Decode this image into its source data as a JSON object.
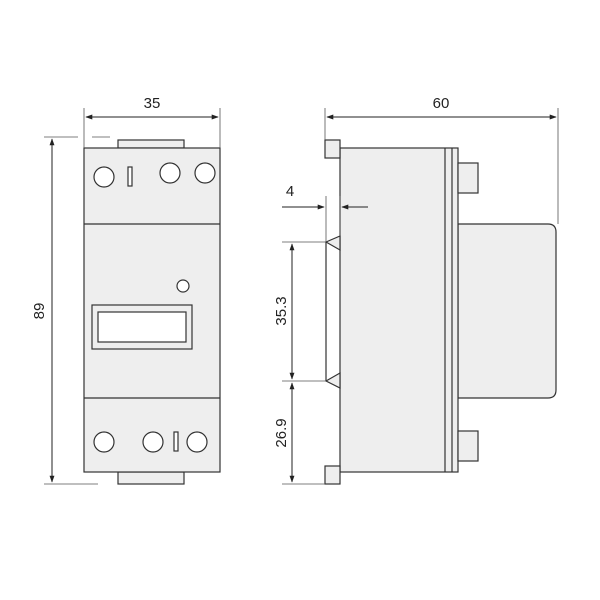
{
  "front_view": {
    "width_label": "35",
    "height_label": "89"
  },
  "side_view": {
    "depth_label": "60",
    "clip_label": "4",
    "rail_label": "35.3",
    "bottom_label": "26.9"
  }
}
